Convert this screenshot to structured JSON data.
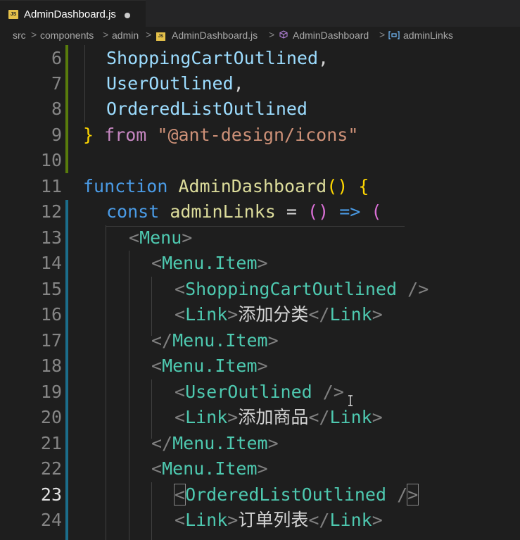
{
  "tab": {
    "icon": "JS",
    "filename": "AdminDashboard.js"
  },
  "breadcrumb": {
    "src": "src",
    "components": "components",
    "admin": "admin",
    "file": "AdminDashboard.js",
    "component": "AdminDashboard",
    "symbol": "adminLinks",
    "separator": ">"
  },
  "lines": {
    "l6": {
      "num": "6",
      "ident": "ShoppingCartOutlined",
      "comma": ","
    },
    "l7": {
      "num": "7",
      "ident": "UserOutlined",
      "comma": ","
    },
    "l8": {
      "num": "8",
      "ident": "OrderedListOutlined"
    },
    "l9": {
      "num": "9",
      "brace": "}",
      "kw": "from",
      "str": "\"@ant-design/icons\""
    },
    "l10": {
      "num": "10"
    },
    "l11": {
      "num": "11",
      "kw": "function",
      "name": "AdminDashboard",
      "parens": "()",
      "brace": "{"
    },
    "l12": {
      "num": "12",
      "kw": "const",
      "var": "adminLinks",
      "eq": "=",
      "parens": "()",
      "arrow": "=>",
      "open": "("
    },
    "l13": {
      "num": "13",
      "lt": "<",
      "tag": "Menu",
      "gt": ">"
    },
    "l14": {
      "num": "14",
      "lt": "<",
      "tag": "Menu.Item",
      "gt": ">"
    },
    "l15": {
      "num": "15",
      "lt": "<",
      "tag": "ShoppingCartOutlined",
      "close": "/>"
    },
    "l16": {
      "num": "16",
      "lt": "<",
      "tag": "Link",
      "gt": ">",
      "text": "添加分类",
      "lt2": "</",
      "tag2": "Link",
      "gt2": ">"
    },
    "l17": {
      "num": "17",
      "lt": "</",
      "tag": "Menu.Item",
      "gt": ">"
    },
    "l18": {
      "num": "18",
      "lt": "<",
      "tag": "Menu.Item",
      "gt": ">"
    },
    "l19": {
      "num": "19",
      "lt": "<",
      "tag": "UserOutlined",
      "close": "/>"
    },
    "l20": {
      "num": "20",
      "lt": "<",
      "tag": "Link",
      "gt": ">",
      "text": "添加商品",
      "lt2": "</",
      "tag2": "Link",
      "gt2": ">"
    },
    "l21": {
      "num": "21",
      "lt": "</",
      "tag": "Menu.Item",
      "gt": ">"
    },
    "l22": {
      "num": "22",
      "lt": "<",
      "tag": "Menu.Item",
      "gt": ">"
    },
    "l23": {
      "num": "23",
      "lt": "<",
      "tag": "OrderedListOutlined",
      "close1": "/",
      "close2": ">"
    },
    "l24": {
      "num": "24",
      "lt": "<",
      "tag": "Link",
      "gt": ">",
      "text": "订单列表",
      "lt2": "</",
      "tag2": "Link",
      "gt2": ">"
    }
  }
}
